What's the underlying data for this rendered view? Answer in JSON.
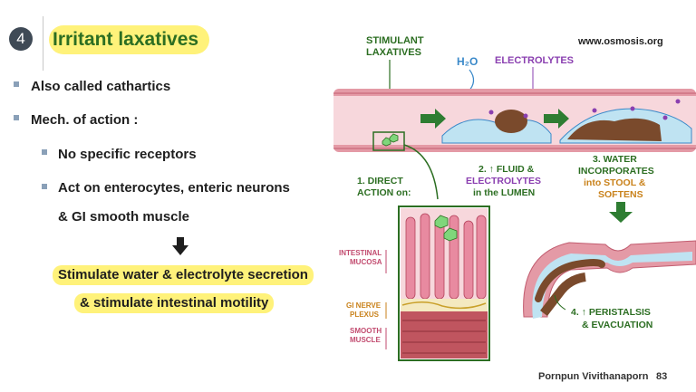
{
  "slide": {
    "number": "4",
    "title": "Irritant laxatives",
    "bullets": {
      "b1": "Also called cathartics",
      "b2": "Mech. of action :",
      "b3": "No specific receptors",
      "b4_line1": "Act on enterocytes, enteric neurons",
      "b4_line2": "& GI smooth muscle"
    },
    "highlight_1": "Stimulate water & electrolyte secretion",
    "highlight_2": "& stimulate intestinal motility",
    "author": "Pornpun Vivithanaporn",
    "page_number": "83"
  },
  "illustration": {
    "source": "www.osmosis.org",
    "stimulant_1": "STIMULANT",
    "stimulant_2": "LAXATIVES",
    "h2o": "H₂O",
    "electrolytes": "ELECTROLYTES",
    "step1_a": "1. DIRECT",
    "step1_b": "ACTION on:",
    "step2_a": "2. ↑ FLUID &",
    "step2_b": "ELECTROLYTES",
    "step2_c": "in the LUMEN",
    "step3_a": "3. WATER",
    "step3_b": "INCORPORATES",
    "step3_c": "into STOOL &",
    "step3_d": "SOFTENS",
    "step4_a": "4. ↑ PERISTALSIS",
    "step4_b": "& EVACUATION",
    "layer1_a": "INTESTINAL",
    "layer1_b": "MUCOSA",
    "layer2_a": "GI NERVE",
    "layer2_b": "PLEXUS",
    "layer3_a": "SMOOTH",
    "layer3_b": "MUSCLE"
  },
  "colors": {
    "highlight": "#fff27a",
    "title_text": "#2c6e22",
    "label_green": "#2c6e22",
    "label_purple": "#8a3fb0",
    "label_pink": "#c24b6f",
    "label_orange": "#c9821b"
  }
}
